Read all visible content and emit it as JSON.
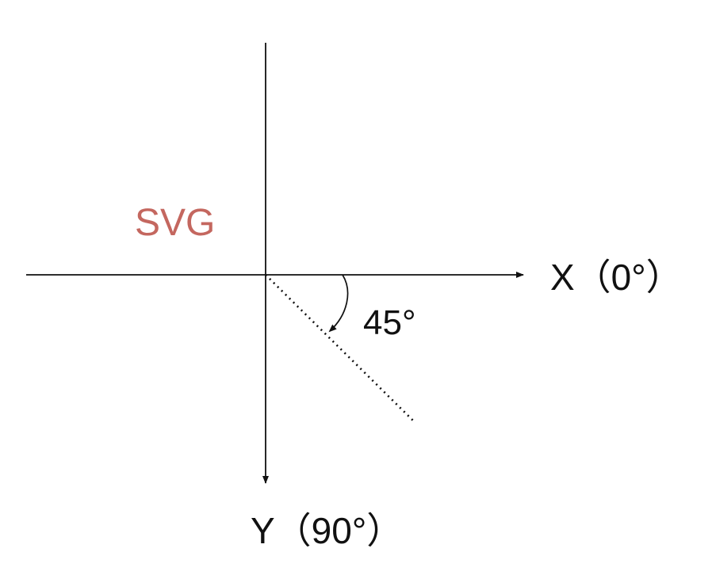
{
  "title": "SVG",
  "x_axis_label": "X（0°）",
  "y_axis_label": "Y（90°）",
  "angle_label": "45°",
  "colors": {
    "title": "#c4675f",
    "axes": "#111111"
  }
}
